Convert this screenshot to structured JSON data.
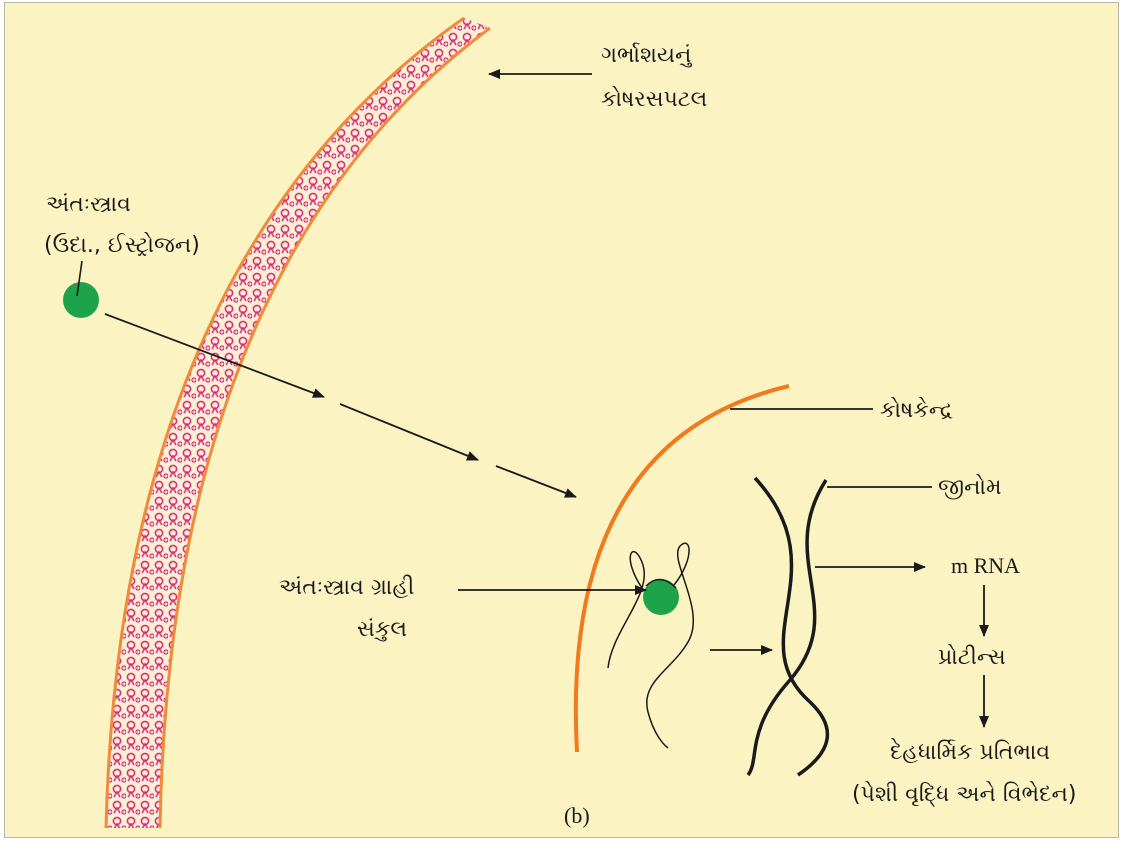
{
  "labels": {
    "uterine_epithelium_line1": "ગર્ભાશયનું",
    "uterine_epithelium_line2": "કોષરસપટલ",
    "hormone_line1": "અંતઃસ્ત્રાવ",
    "hormone_line2": "(ઉદા., ઈસ્ટ્રોજન)",
    "nucleus": "કોષકેન્દ્ર",
    "genome": "જીનોમ",
    "mrna": "m RNA",
    "hormone_receptor_complex_line1": "અંતઃસ્ત્રાવ ગ્રાહી",
    "hormone_receptor_complex_line2": "સંકુલ",
    "proteins": "પ્રોટીન્સ",
    "physiological_response_line1": "દેહધાર્મિક પ્રતિભાવ",
    "physiological_response_line2": "(પેશી વૃદ્ધિ અને વિભેદન)",
    "panel_letter": "(b)"
  },
  "colors": {
    "background": "#fbf3c2",
    "membrane_outline": "#f08a3c",
    "membrane_pattern": "#d92f7a",
    "nucleus_membrane": "#f07a1e",
    "hormone": "#1fa34a",
    "line": "#1a1a1a"
  }
}
